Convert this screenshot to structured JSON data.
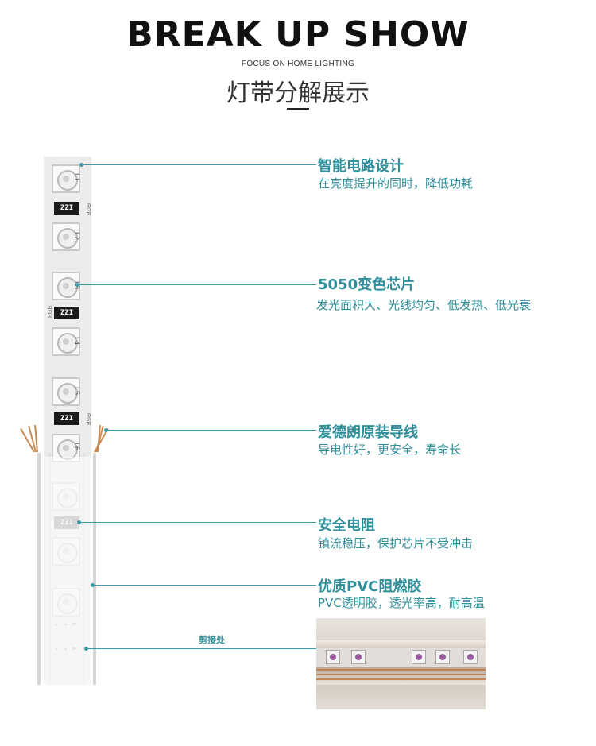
{
  "header": {
    "title": "BREAK UP SHOW",
    "subtitle": "FOCUS ON HOME LIGHTING",
    "heading": "灯带分解展示"
  },
  "strip": {
    "led_labels": [
      "L1",
      "L2",
      "L3",
      "L4",
      "L5",
      "L6"
    ],
    "resistor_text": "ZZI",
    "rgb_text": "RGB",
    "cut_symbol": "- - ✂"
  },
  "callouts": [
    {
      "title": "智能电路设计",
      "desc": "在亮度提升的同时，降低功耗"
    },
    {
      "title": "5050变色芯片",
      "desc": "发光面积大、光线均匀、低发热、低光衰"
    },
    {
      "title": "爱德朗原装导线",
      "desc": "导电性好，更安全，寿命长"
    },
    {
      "title": "安全电阻",
      "desc": "镇流稳压，保护芯片不受冲击"
    },
    {
      "title": "优质PVC阻燃胶",
      "desc": "PVC透明胶，透光率高，耐高温"
    }
  ],
  "cut_label": "剪接处",
  "colors": {
    "accent": "#2f8f9b",
    "line": "#3a9aa6"
  }
}
